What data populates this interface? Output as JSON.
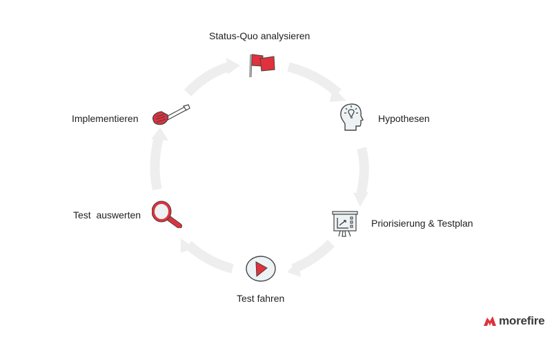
{
  "diagram": {
    "type": "cycle",
    "arrow_color": "#eeeeee",
    "accent_color": "#e0313c",
    "steps": [
      {
        "label": "Status-Quo analysieren",
        "icon": "flag-icon"
      },
      {
        "label": "Hypothesen",
        "icon": "head-lightbulb-icon"
      },
      {
        "label": "Priorisierung & Testplan",
        "icon": "presentation-board-icon"
      },
      {
        "label": "Test fahren",
        "icon": "play-button-icon"
      },
      {
        "label": "Test  auswerten",
        "icon": "magnifier-icon"
      },
      {
        "label": "Implementieren",
        "icon": "screwdriver-icon"
      }
    ]
  },
  "brand": {
    "name": "morefire",
    "color": "#e0313c"
  }
}
